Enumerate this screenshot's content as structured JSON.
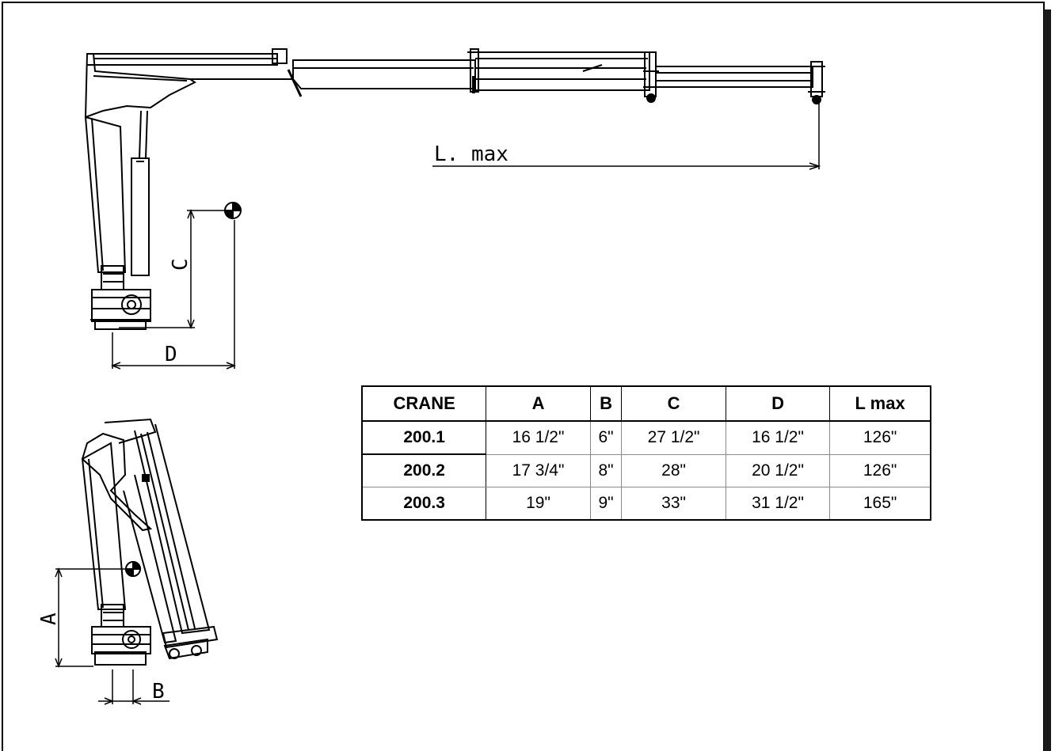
{
  "labels": {
    "l_max": "L. max",
    "c": "C",
    "d": "D",
    "a": "A",
    "b": "B"
  },
  "table": {
    "headers": [
      "CRANE",
      "A",
      "B",
      "C",
      "D",
      "L max"
    ],
    "rows": [
      [
        "200.1",
        "16 1/2\"",
        "6\"",
        "27 1/2\"",
        "16 1/2\"",
        "126\""
      ],
      [
        "200.2",
        "17 3/4\"",
        "8\"",
        "28\"",
        "20 1/2\"",
        "126\""
      ],
      [
        "200.3",
        "19\"",
        "9\"",
        "33\"",
        "31 1/2\"",
        "165\""
      ]
    ]
  },
  "colors": {
    "line": "#000000",
    "frame_shadow": "#1a1a1a",
    "grid": "#8a8a8a"
  }
}
